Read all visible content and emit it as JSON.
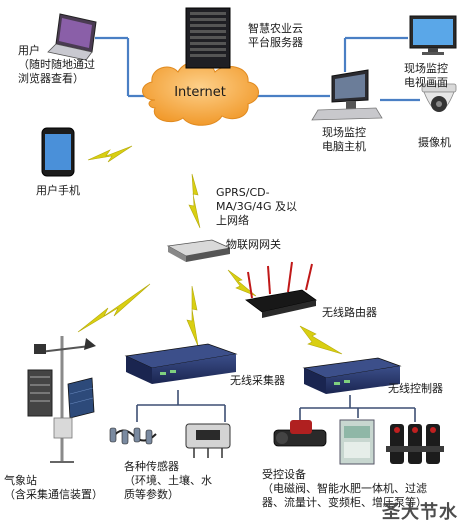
{
  "cloud_label": "Internet",
  "nodes": {
    "server": "智慧农业云\n平台服务器",
    "user_laptop": "用户\n（随时随地通过\n浏览器查看）",
    "monitor_screen": "现场监控\n电视画面",
    "monitor_host": "现场监控\n电脑主机",
    "camera": "摄像机",
    "phone": "用户手机",
    "network": "GPRS/CD-\nMA/3G/4G 及以\n上网络",
    "gateway": "物联网网关",
    "router": "无线路由器",
    "collector": "无线采集器",
    "controller": "无线控制器",
    "weather": "气象站\n（含采集通信装置）",
    "sensors": "各种传感器\n（环境、土壤、水\n质等参数）",
    "actuators": "受控设备\n（电磁阀、智能水肥一体机、过滤\n器、流量计、变频柜、增压泵等）"
  },
  "watermark": "圣大节水",
  "colors": {
    "line": "#4a7fc4",
    "wire": "#3d4f73",
    "bolt": "#d9cf12",
    "cloud": "#f5a43c"
  }
}
